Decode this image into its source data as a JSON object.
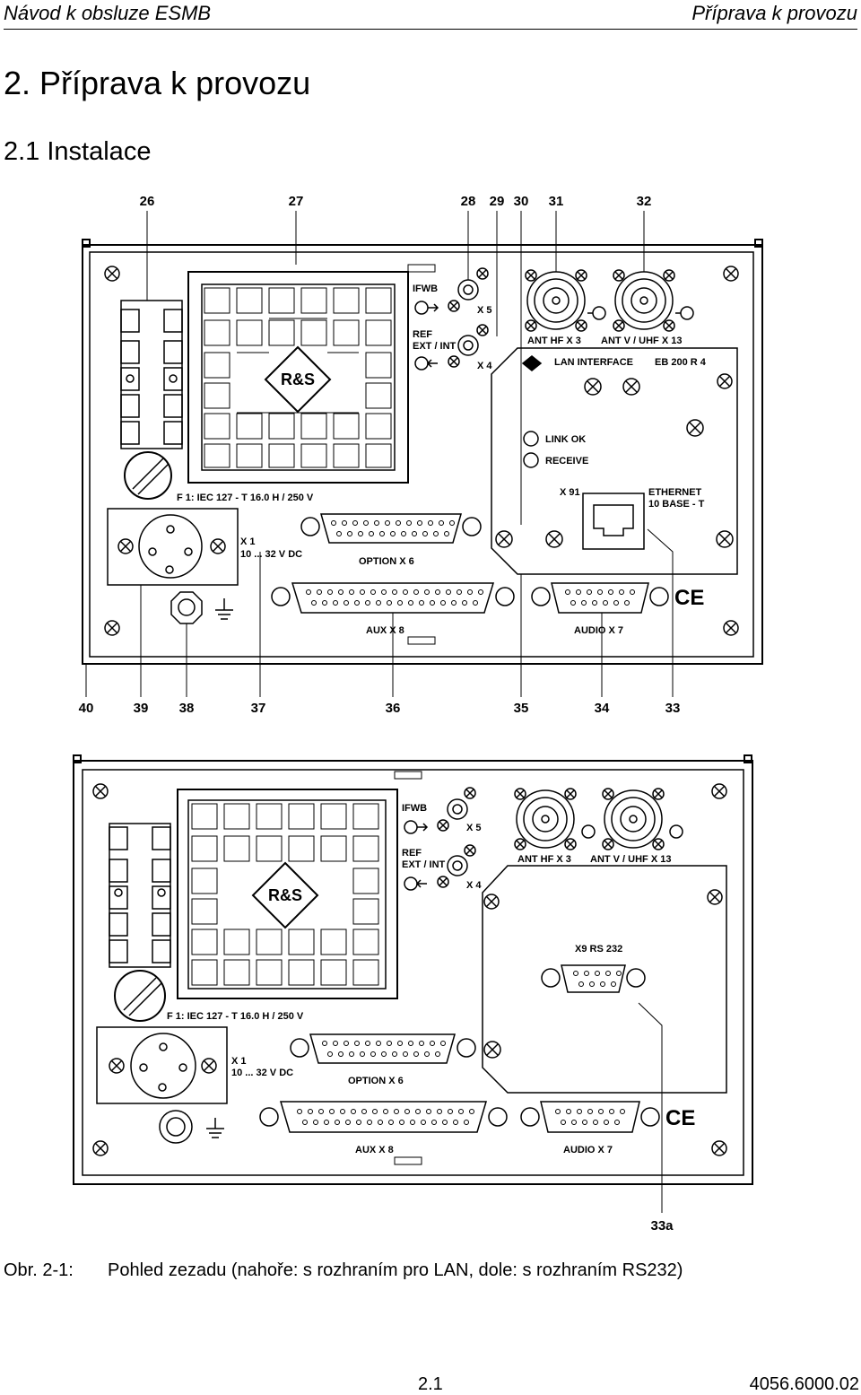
{
  "header": {
    "left": "Návod k obsluze ESMB",
    "right": "Příprava k provozu"
  },
  "heading": "2. Příprava k provozu",
  "subheading": "2.1 Instalace",
  "figure_top": {
    "callouts_top": [
      "26",
      "27",
      "28",
      "29",
      "30",
      "31",
      "32"
    ],
    "callouts_bottom": [
      "40",
      "39",
      "38",
      "37",
      "36",
      "35",
      "34",
      "33"
    ],
    "labels": {
      "ifwb": "IFWB",
      "x5": "X 5",
      "ref": "REF",
      "ext_int": "EXT / INT",
      "x4": "X 4",
      "ant_hf": "ANT HF X 3",
      "ant_vuhf": "ANT V / UHF X 13",
      "lan_interface": "LAN INTERFACE",
      "eb200": "EB 200 R 4",
      "link_ok": "LINK OK",
      "receive": "RECEIVE",
      "x91": "X 91",
      "ethernet": "ETHERNET",
      "base_t": "10 BASE - T",
      "fuse": "F 1:  IEC 127 - T 16.0 H / 250 V",
      "x1": "X 1",
      "dc": "10 ... 32 V DC",
      "option": "OPTION X 6",
      "aux": "AUX  X 8",
      "audio": "AUDIO X 7",
      "ce": "CE",
      "logo": "R&S"
    }
  },
  "figure_bottom": {
    "callout": "33a",
    "labels": {
      "ifwb": "IFWB",
      "x5": "X 5",
      "ref": "REF",
      "ext_int": "EXT / INT",
      "x4": "X 4",
      "ant_hf": "ANT HF X 3",
      "ant_vuhf": "ANT V / UHF X 13",
      "rs232": "X9  RS 232",
      "fuse": "F 1:  IEC 127 - T 16.0 H / 250 V",
      "x1": "X 1",
      "dc": "10 ... 32 V DC",
      "option": "OPTION X 6",
      "aux": "AUX  X 8",
      "audio": "AUDIO X 7",
      "ce": "CE",
      "logo": "R&S"
    }
  },
  "caption": {
    "label": "Obr. 2-1:",
    "text": "Pohled zezadu (nahoře: s rozhraním pro LAN, dole: s rozhraním RS232)"
  },
  "footer": {
    "page": "2.1",
    "doc": "4056.6000.02"
  }
}
